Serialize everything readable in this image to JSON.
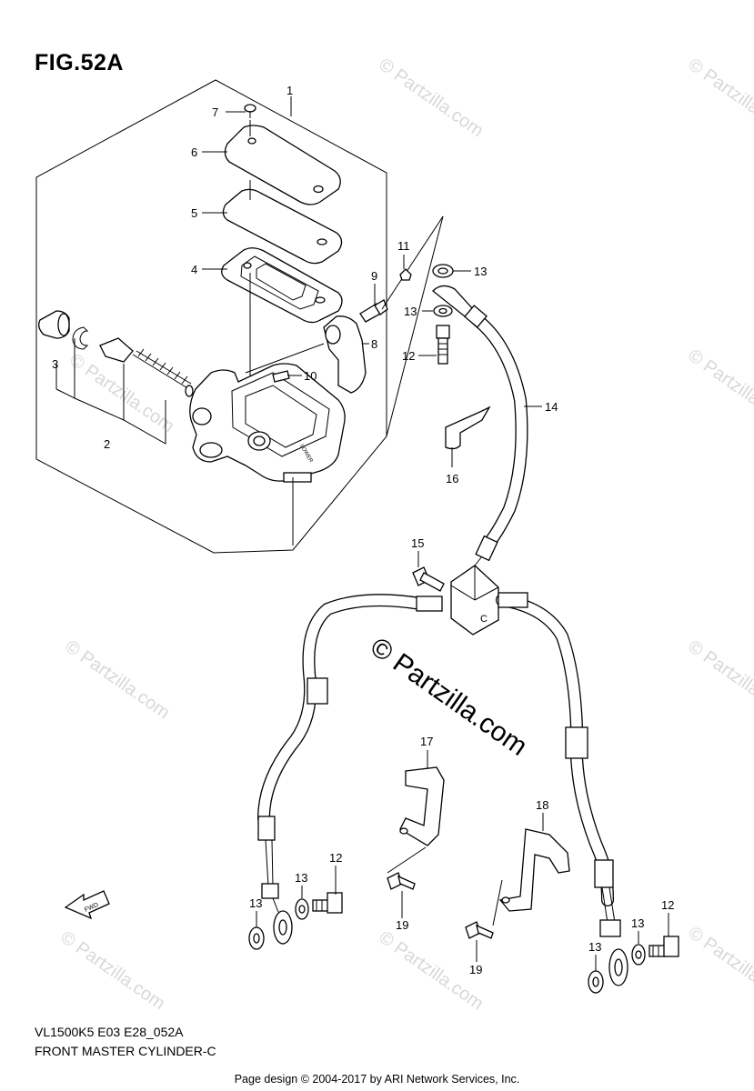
{
  "figure_title": "FIG.52A",
  "diagram_code": "VL1500K5 E03 E28_052A",
  "diagram_name": "FRONT MASTER CYLINDER-C",
  "page_credit": "Page design © 2004-2017 by ARI Network Services, Inc.",
  "watermark_center": "© Partzilla.com",
  "watermark_small": "© Partzilla.com",
  "fwd_label": "FWD",
  "hub_mark": "C",
  "reservoir_mark": "LOWER",
  "callouts": {
    "c1": "1",
    "c2": "2",
    "c3": "3",
    "c4": "4",
    "c5": "5",
    "c6": "6",
    "c7": "7",
    "c8": "8",
    "c9": "9",
    "c10": "10",
    "c11": "11",
    "c12a": "12",
    "c12b": "12",
    "c12c": "12",
    "c13a": "13",
    "c13b": "13",
    "c13c": "13",
    "c13d": "13",
    "c13e": "13",
    "c13f": "13",
    "c14": "14",
    "c15": "15",
    "c16": "16",
    "c17": "17",
    "c18": "18",
    "c19a": "19",
    "c19b": "19"
  }
}
